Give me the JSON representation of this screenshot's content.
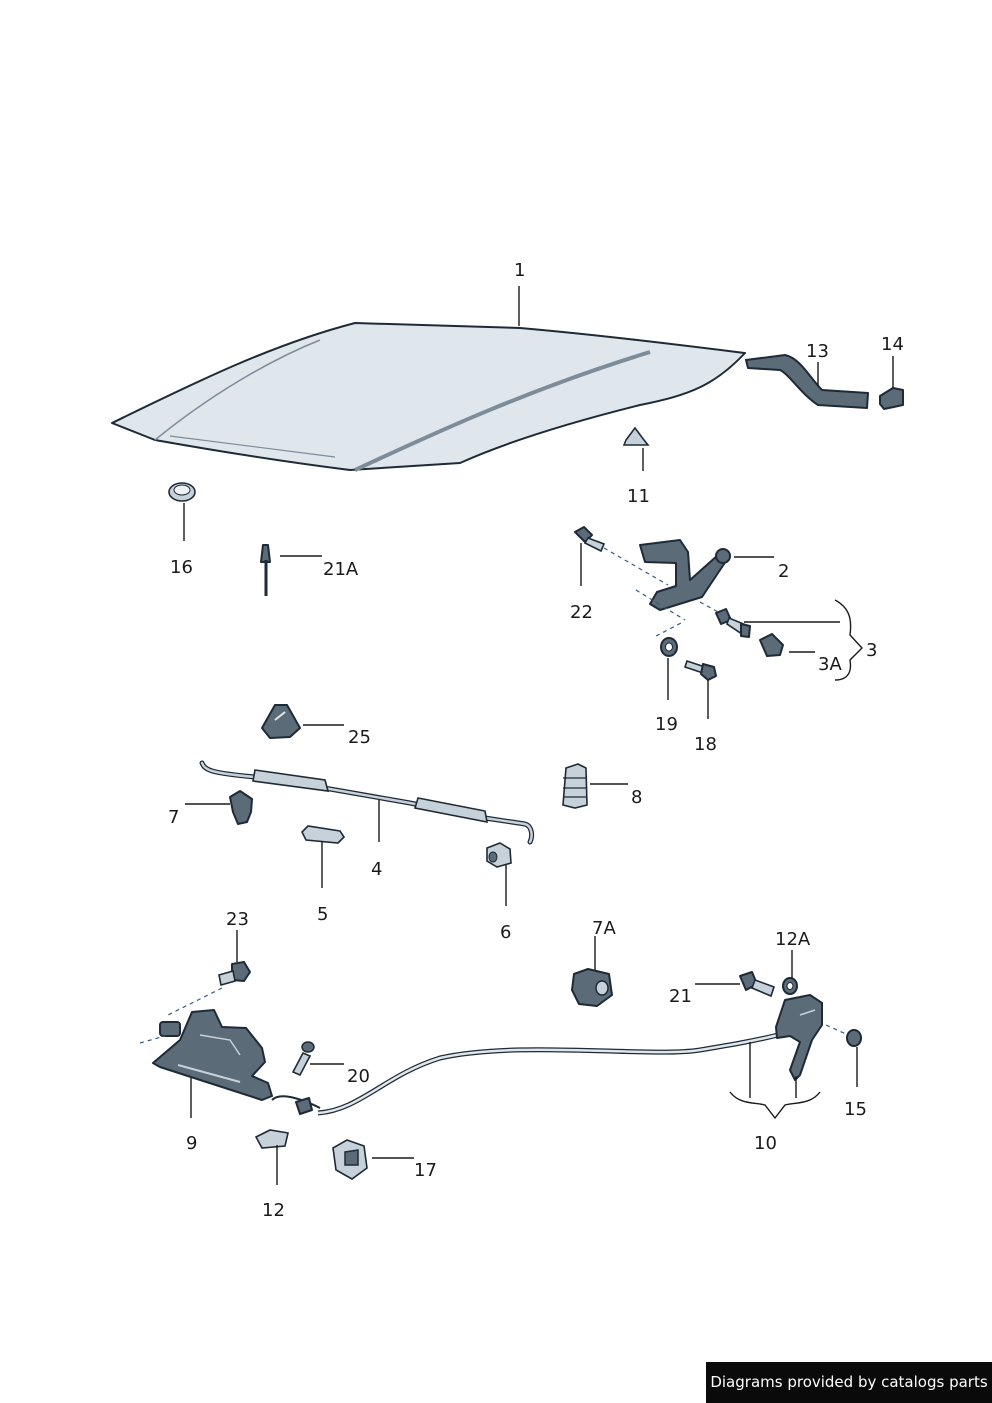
{
  "labels": {
    "p1": "1",
    "p2": "2",
    "p3": "3",
    "p3a": "3A",
    "p4": "4",
    "p5": "5",
    "p6": "6",
    "p7": "7",
    "p7a": "7A",
    "p8": "8",
    "p9": "9",
    "p10": "10",
    "p11": "11",
    "p12": "12",
    "p12a": "12A",
    "p13": "13",
    "p14": "14",
    "p15": "15",
    "p16": "16",
    "p17": "17",
    "p18": "18",
    "p19": "19",
    "p20": "20",
    "p21": "21",
    "p21a": "21A",
    "p22": "22",
    "p23": "23",
    "p25": "25"
  },
  "credit": "Diagrams provided by catalogs parts"
}
